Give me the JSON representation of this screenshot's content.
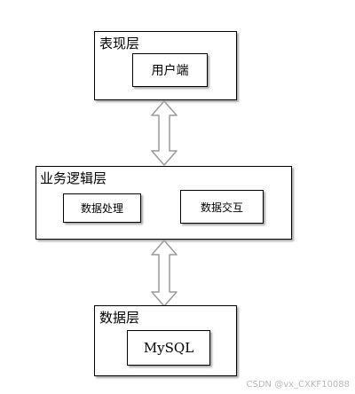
{
  "layers": {
    "presentation": {
      "title": "表现层",
      "node": "用户端"
    },
    "business": {
      "title": "业务逻辑层",
      "node_left": "数据处理",
      "node_right": "数据交互"
    },
    "data": {
      "title": "数据层",
      "node": "MySQL"
    }
  },
  "watermark": "CSDN @vx_CXKF10088",
  "colors": {
    "stroke": "#000000",
    "arrow_stroke": "#9a9a9a",
    "arrow_fill": "#ffffff",
    "watermark": "#b8b8b8"
  }
}
